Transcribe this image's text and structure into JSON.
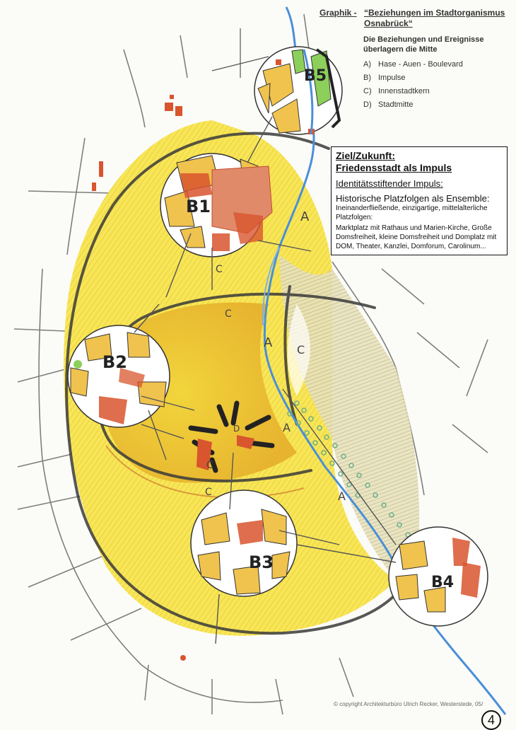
{
  "header": {
    "label": "Graphik -",
    "title": "“Beziehungen im Stadtorganismus Osnabrück“",
    "subtitle": "Die Beziehungen und Ereignisse überlagern die Mitte"
  },
  "legend": [
    {
      "key": "A)",
      "text": "Hase - Auen - Boulevard"
    },
    {
      "key": "B)",
      "text": "Impulse"
    },
    {
      "key": "C)",
      "text": "Innenstadtkern"
    },
    {
      "key": "D)",
      "text": "Stadtmitte"
    }
  ],
  "goal_box": {
    "heading1": "Ziel/Zukunft:",
    "heading2": "Friedensstadt als Impuls",
    "heading3": "Identitätsstiftender Impuls:",
    "heading4": "Historische Platzfolgen als Ensemble:",
    "line1": "Ineinanderfließende, einzigartige, mittelalterliche Platzfolgen:",
    "line2": "Marktplatz mit Rathaus und Marien-Kirche, Große Domsfreiheit, kleine Domsfreiheit und Domplatz mit DOM, Theater, Kanzlei, Domforum, Carolinum..."
  },
  "map_labels": {
    "b1": "B1",
    "b2": "B2",
    "b3": "B3",
    "b4": "B4",
    "b5": "B5",
    "a": "A",
    "c": "C",
    "d": "D"
  },
  "footer": {
    "copyright": "© copyright Architekturbüro Ulrich Recker, Westerstede, 05/",
    "page": "4"
  },
  "colors": {
    "zone_yellow": "#f6e24a",
    "zone_orange": "#e9b63a",
    "building_red": "#d8552e",
    "river_blue": "#4a8fd8",
    "park_green": "#8ccf5a",
    "pencil_grey": "#3a3a3a"
  }
}
